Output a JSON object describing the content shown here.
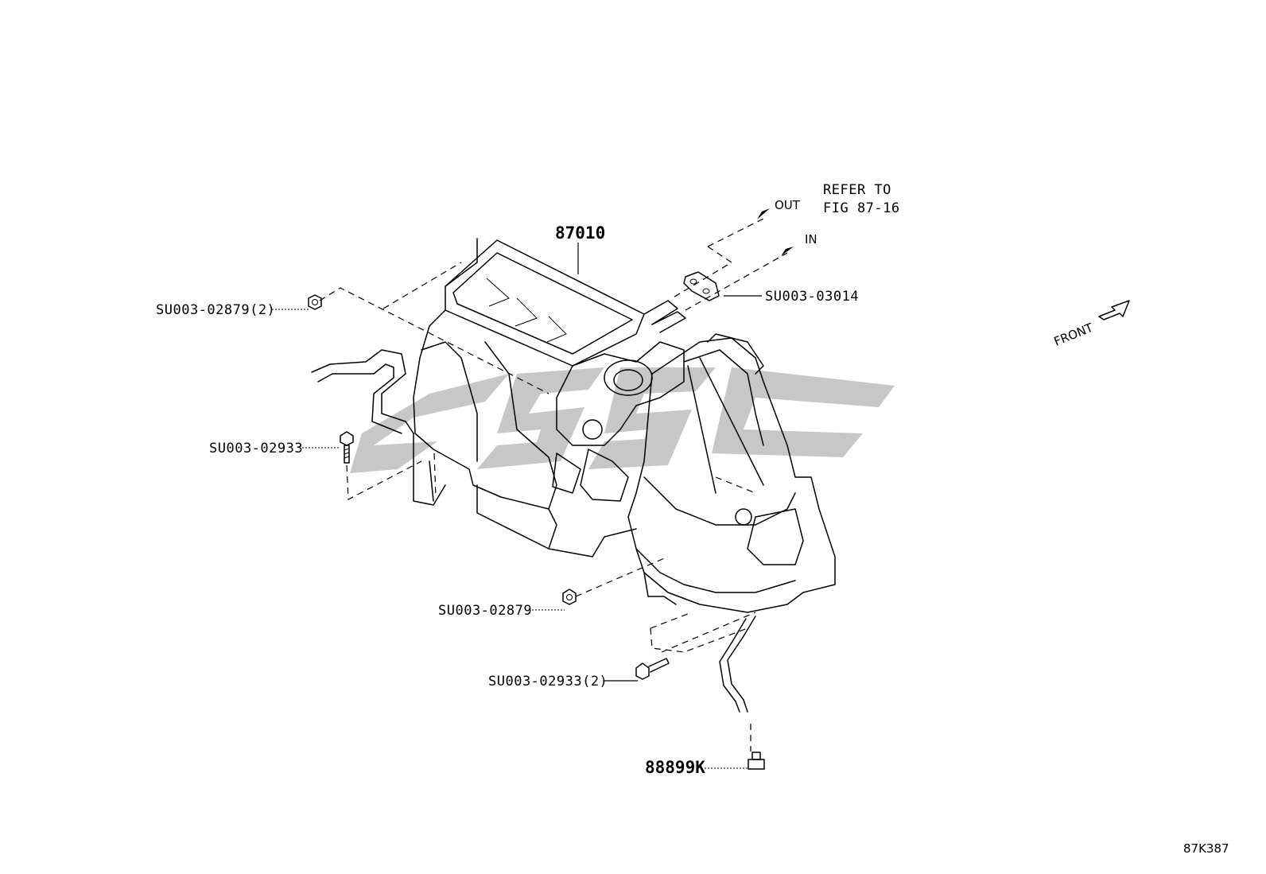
{
  "callouts": {
    "main_unit": "87010",
    "nut_top": "SU003-02879(2)",
    "bolt_left": "SU003-02933",
    "nut_bottom": "SU003-02879",
    "bolt_bottom": "SU003-02933(2)",
    "gasket": "SU003-03014",
    "clip": "88899K"
  },
  "flow": {
    "out": "OUT",
    "in": "IN"
  },
  "refer": {
    "line1": "REFER TO",
    "line2": "FIG 87-16"
  },
  "front_label": "FRONT",
  "figure_code": "87K387",
  "watermark": "cgsc"
}
